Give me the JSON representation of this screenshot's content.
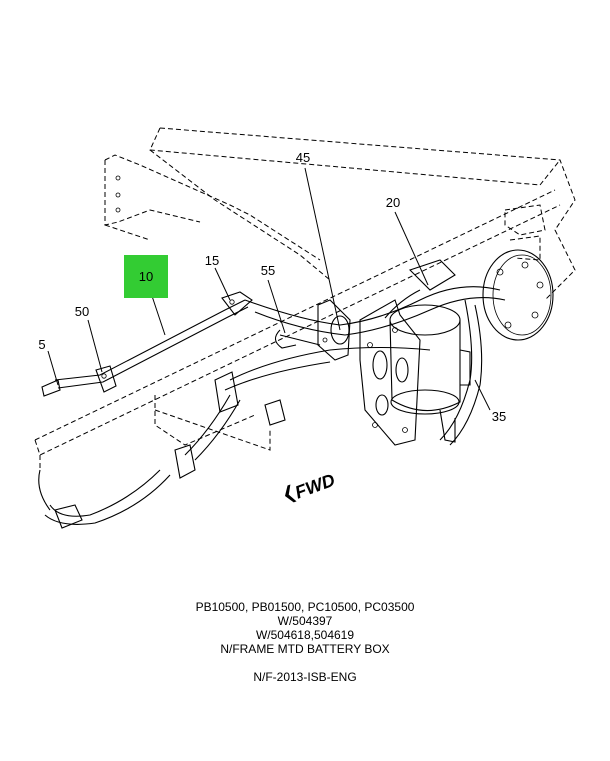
{
  "diagram": {
    "callouts": {
      "c5": "5",
      "c10": "10",
      "c15": "15",
      "c20": "20",
      "c35": "35",
      "c45": "45",
      "c50": "50",
      "c55": "55"
    },
    "highlight_color": "#33cc33",
    "fwd_label": "FWD"
  },
  "caption": {
    "line1": "PB10500, PB01500, PC10500, PC03500",
    "line2": "W/504397",
    "line3": "W/504618,504619",
    "line4": "N/FRAME MTD BATTERY BOX",
    "drawing_id": "N/F-2013-ISB-ENG"
  }
}
